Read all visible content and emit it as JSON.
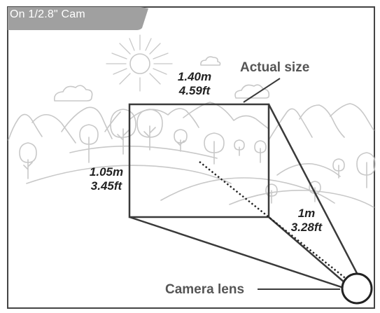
{
  "header": {
    "tab_label": "On 1/2.8\" Cam"
  },
  "labels": {
    "actual_size": "Actual size",
    "camera_lens": "Camera lens",
    "width_m": "1.40m",
    "width_ft": "4.59ft",
    "height_m": "1.05m",
    "height_ft": "3.45ft",
    "distance_m": "1m",
    "distance_ft": "3.28ft"
  },
  "colors": {
    "tab_bg": "#a0a0a0",
    "frame_border": "#444444",
    "rect_line": "#3a3a3a",
    "sketch_line": "#c8c8c8",
    "lens_line": "#222222"
  },
  "icons": [
    "sun-icon",
    "cloud-icon",
    "tree-icon",
    "mountain-icon",
    "hill-icon",
    "camera-lens-icon"
  ]
}
